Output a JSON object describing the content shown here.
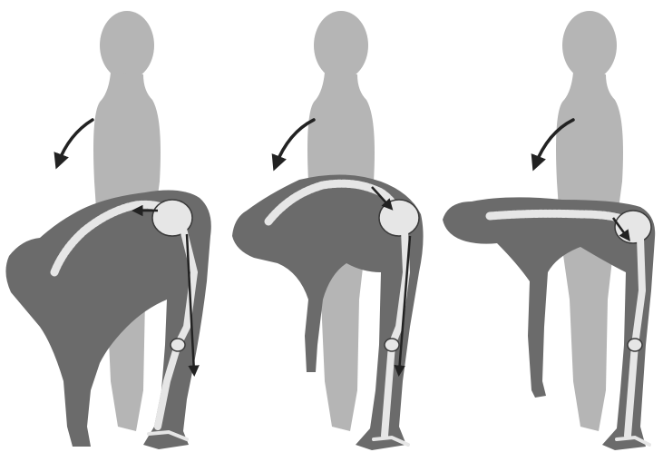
{
  "figure": {
    "panels": [
      {
        "id": "panel-1",
        "pose": "full-forward-bend",
        "arrow": "curved-down-left-arrow"
      },
      {
        "id": "panel-2",
        "pose": "forward-bend-rounded-back",
        "arrow": "curved-down-left-arrow"
      },
      {
        "id": "panel-3",
        "pose": "forward-bend-flat-back",
        "arrow": "curved-down-left-arrow"
      }
    ],
    "colors": {
      "background": "#ffffff",
      "standing_silhouette": "#b5b5b5",
      "bent_silhouette": "#6b6b6b",
      "skeleton": "#e6e6e6",
      "skeleton_outline": "#3a3a3a",
      "arrow": "#222222"
    }
  }
}
